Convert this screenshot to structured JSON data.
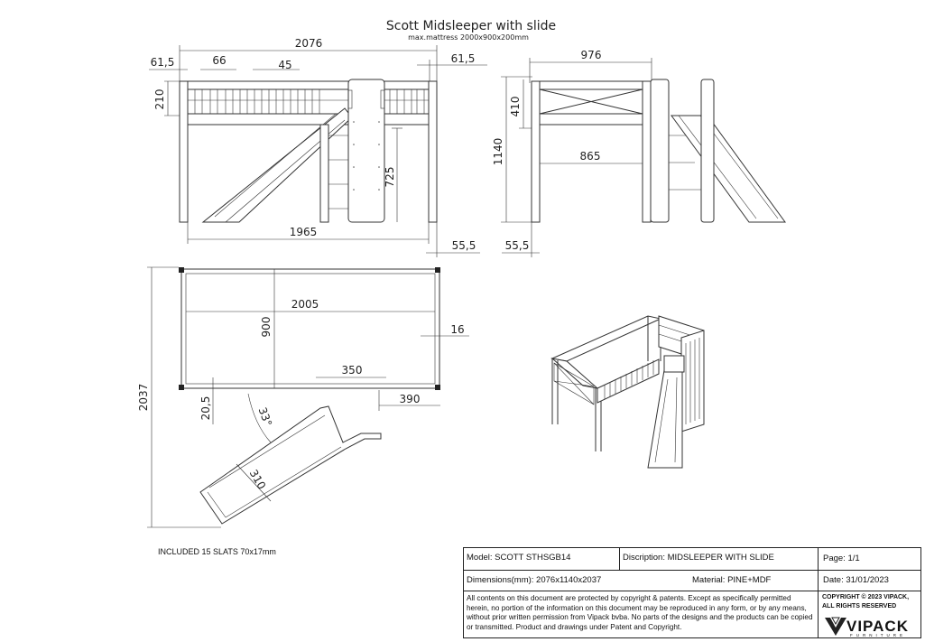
{
  "title": "Scott Midsleeper with slide",
  "subtitle": "max.mattress 2000x900x200mm",
  "dimensions": {
    "front_total": "2076",
    "front_left_offset": "61,5",
    "front_right_offset": "61,5",
    "rail_gap": "66",
    "rail_slat": "45",
    "rail_height": "210",
    "deck_height": "725",
    "front_inner": "1965",
    "front_bottom_right": "55,5",
    "total_height": "1140",
    "side_total": "976",
    "side_rail_height": "410",
    "side_inner": "865",
    "side_bottom_left": "55,5",
    "top_length": "2005",
    "top_width": "900",
    "top_right_gap": "16",
    "top_overall": "2037",
    "slide_offset": "350",
    "slide_right": "390",
    "slide_gap": "20,5",
    "slide_angle": "33°",
    "slide_width": "310"
  },
  "note": "INCLUDED 15 SLATS  70x17mm",
  "title_block": {
    "model": "Model: SCOTT STHSGB14",
    "description": "Discription: MIDSLEEPER WITH SLIDE",
    "page": "Page: 1/1",
    "dimensions": "Dimensions(mm): 2076x1140x2037",
    "material": "Material: PINE+MDF",
    "date": "Date: 31/01/2023",
    "legal": "All contents on this document are protected by copyright & patents. Except as specifically permitted herein, no portion of the information on this document may be reproduced in any form, or by any means, without prior written permission from Vipack bvba. No parts of the designs and the products can be copied or transmitted. Product and drawings under Patent and Copyright.",
    "copyright": "COPYRIGHT © 2023 VIPACK, ALL RIGHTS RESERVED",
    "brand": "VIPACK",
    "brand_sub": "FURNITURE"
  },
  "icons": [
    "vipack-logo-icon"
  ]
}
